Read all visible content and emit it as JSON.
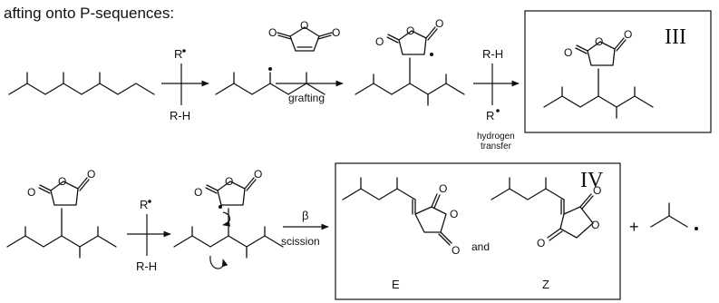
{
  "heading": "afting onto P-sequences:",
  "row1": {
    "step1": {
      "reagent_top": "R",
      "reagent_bottom": "R-H"
    },
    "step2": {
      "label": "grafting"
    },
    "step3": {
      "reagent_top": "R-H",
      "reagent_bottom": "R",
      "label_line1": "hydrogen",
      "label_line2": "transfer"
    },
    "product": {
      "roman": "III"
    }
  },
  "row2": {
    "step1": {
      "reagent_top": "R",
      "reagent_bottom": "R-H"
    },
    "step2": {
      "label": "scission",
      "greek": "β"
    },
    "product": {
      "roman": "IV",
      "isomer1": "E",
      "isomer2": "Z",
      "conjunction": "and"
    },
    "plus": "+"
  },
  "atoms": {
    "oxygen": "O"
  }
}
